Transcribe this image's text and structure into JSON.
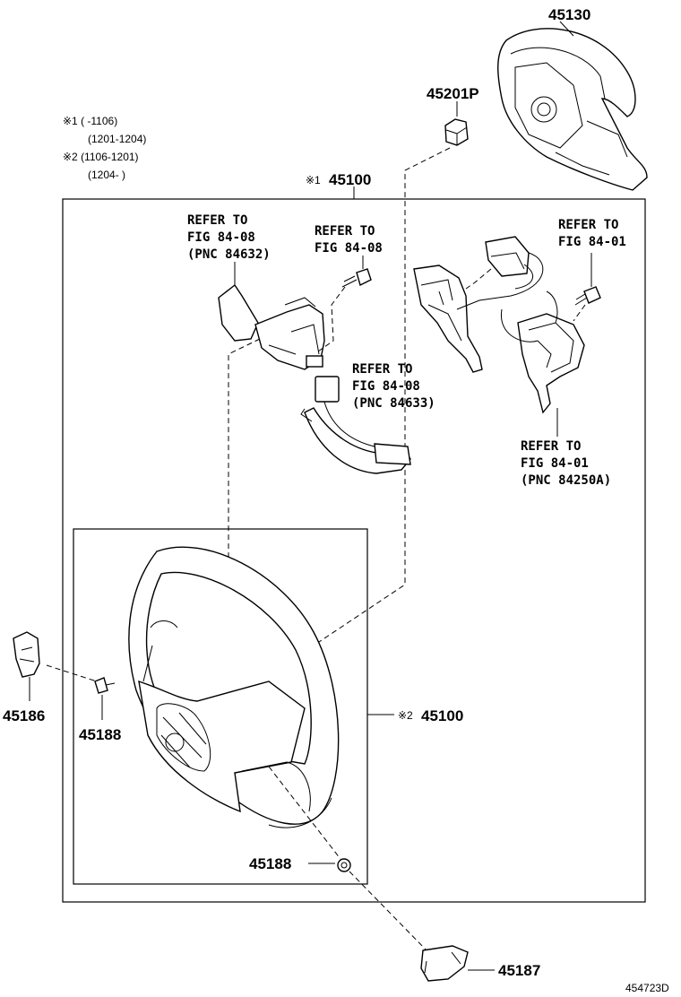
{
  "notes": {
    "n1_line1": "※1 (     -1106)",
    "n1_line2": "(1201-1204)",
    "n2_line1": "※2 (1106-1201)",
    "n2_line2": "(1204-      )"
  },
  "parts": {
    "airbag": "45130",
    "nut": "45201P",
    "wheel_top_prefix": "※1",
    "wheel_top": "45100",
    "wheel_side_prefix": "※2",
    "wheel_side": "45100",
    "cover_left": "45186",
    "screw_left": "45188",
    "screw_bottom": "45188",
    "cover_bottom": "45187"
  },
  "refs": {
    "r1": [
      "REFER TO",
      "FIG 84-08",
      "(PNC 84632)"
    ],
    "r2": [
      "REFER TO",
      "FIG 84-08"
    ],
    "r3": [
      "REFER TO",
      "FIG 84-01"
    ],
    "r4": [
      "REFER TO",
      "FIG 84-08",
      "(PNC 84633)"
    ],
    "r5": [
      "REFER TO",
      "FIG 84-01",
      "(PNC 84250A)"
    ]
  },
  "figure_id": "454723D"
}
